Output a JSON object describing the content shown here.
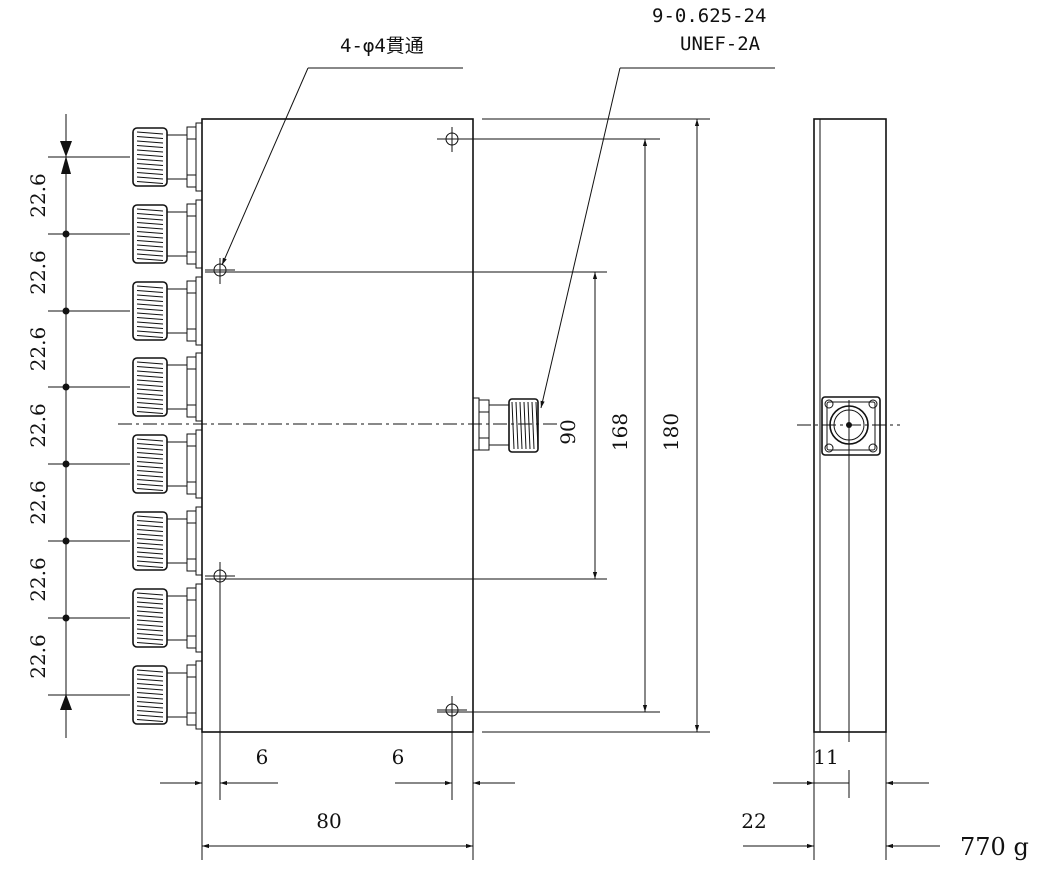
{
  "notes": {
    "holes": "4-φ4貫通",
    "thread_line1": "9-0.625-24",
    "thread_line2": "UNEF-2A"
  },
  "pitch_dims": [
    "22.6",
    "22.6",
    "22.6",
    "22.6",
    "22.6",
    "22.6",
    "22.6"
  ],
  "dims": {
    "offset_left": "6",
    "offset_right": "6",
    "width": "80",
    "half_height": "90",
    "hole_spacing": "168",
    "height": "180",
    "side_offset": "11",
    "depth": "22"
  },
  "weight": "770 g"
}
